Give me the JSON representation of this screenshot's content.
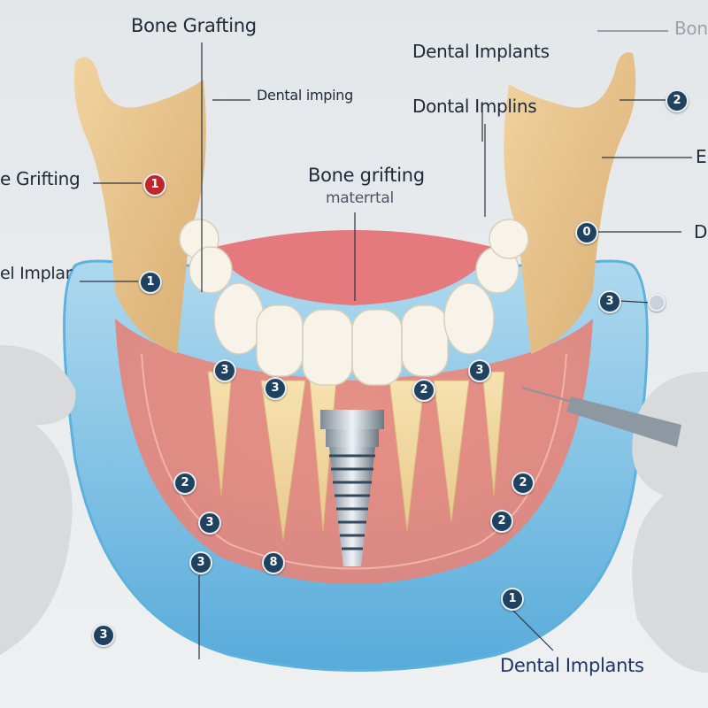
{
  "labels": {
    "bone_grafting_top": "Bone Grafting",
    "dental_imping": "Dental imping",
    "dental_implants_top": "Dental Implants",
    "dontal_implins": "Dontal Implins",
    "bon_faded": "Bon",
    "grifting_left": "e Grifting",
    "bone_grifting": "Bone grifting",
    "materrtal": "materrtal",
    "implar_left": "el Implar",
    "right_e": "E",
    "right_d": "D",
    "dental_implants_bottom": "Dental Implants"
  },
  "badges": [
    "1",
    "2",
    "0",
    "3",
    "1",
    "3",
    "3",
    "2",
    "3",
    "2",
    "2",
    "3",
    "2",
    "3",
    "8",
    "1",
    "3"
  ],
  "colors": {
    "bone": "#e8c690",
    "gum": "#e8685e",
    "tray": "#7cc3e6",
    "badge": "#1f4260",
    "badge_red": "#c0262c"
  }
}
